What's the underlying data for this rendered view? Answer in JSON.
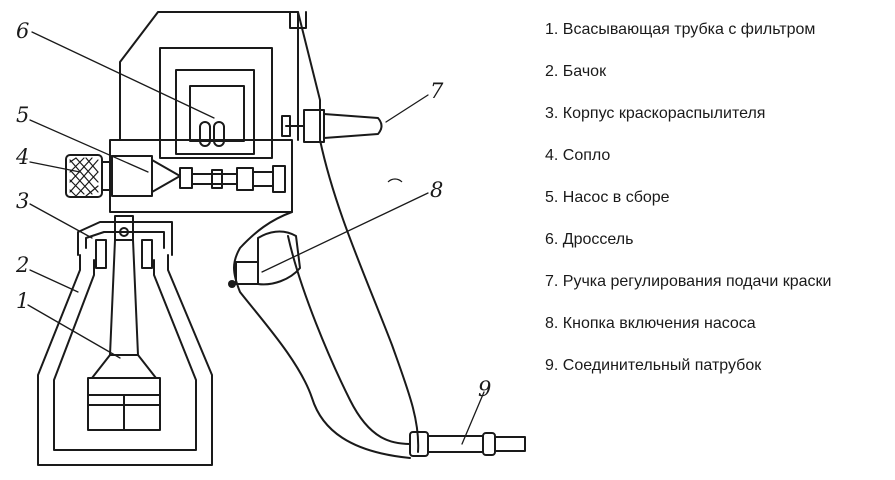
{
  "diagram": {
    "callouts": [
      "1",
      "2",
      "3",
      "4",
      "5",
      "6",
      "7",
      "8",
      "9"
    ]
  },
  "legend": {
    "items": [
      "1. Всасывающая трубка с фильтром",
      "2. Бачок",
      "3. Корпус краскораспылителя",
      "4. Сопло",
      "5. Насос в сборе",
      "6. Дроссель",
      "7. Ручка регулирования подачи краски",
      "8. Кнопка включения насоса",
      "9. Соединительный патрубок"
    ]
  }
}
